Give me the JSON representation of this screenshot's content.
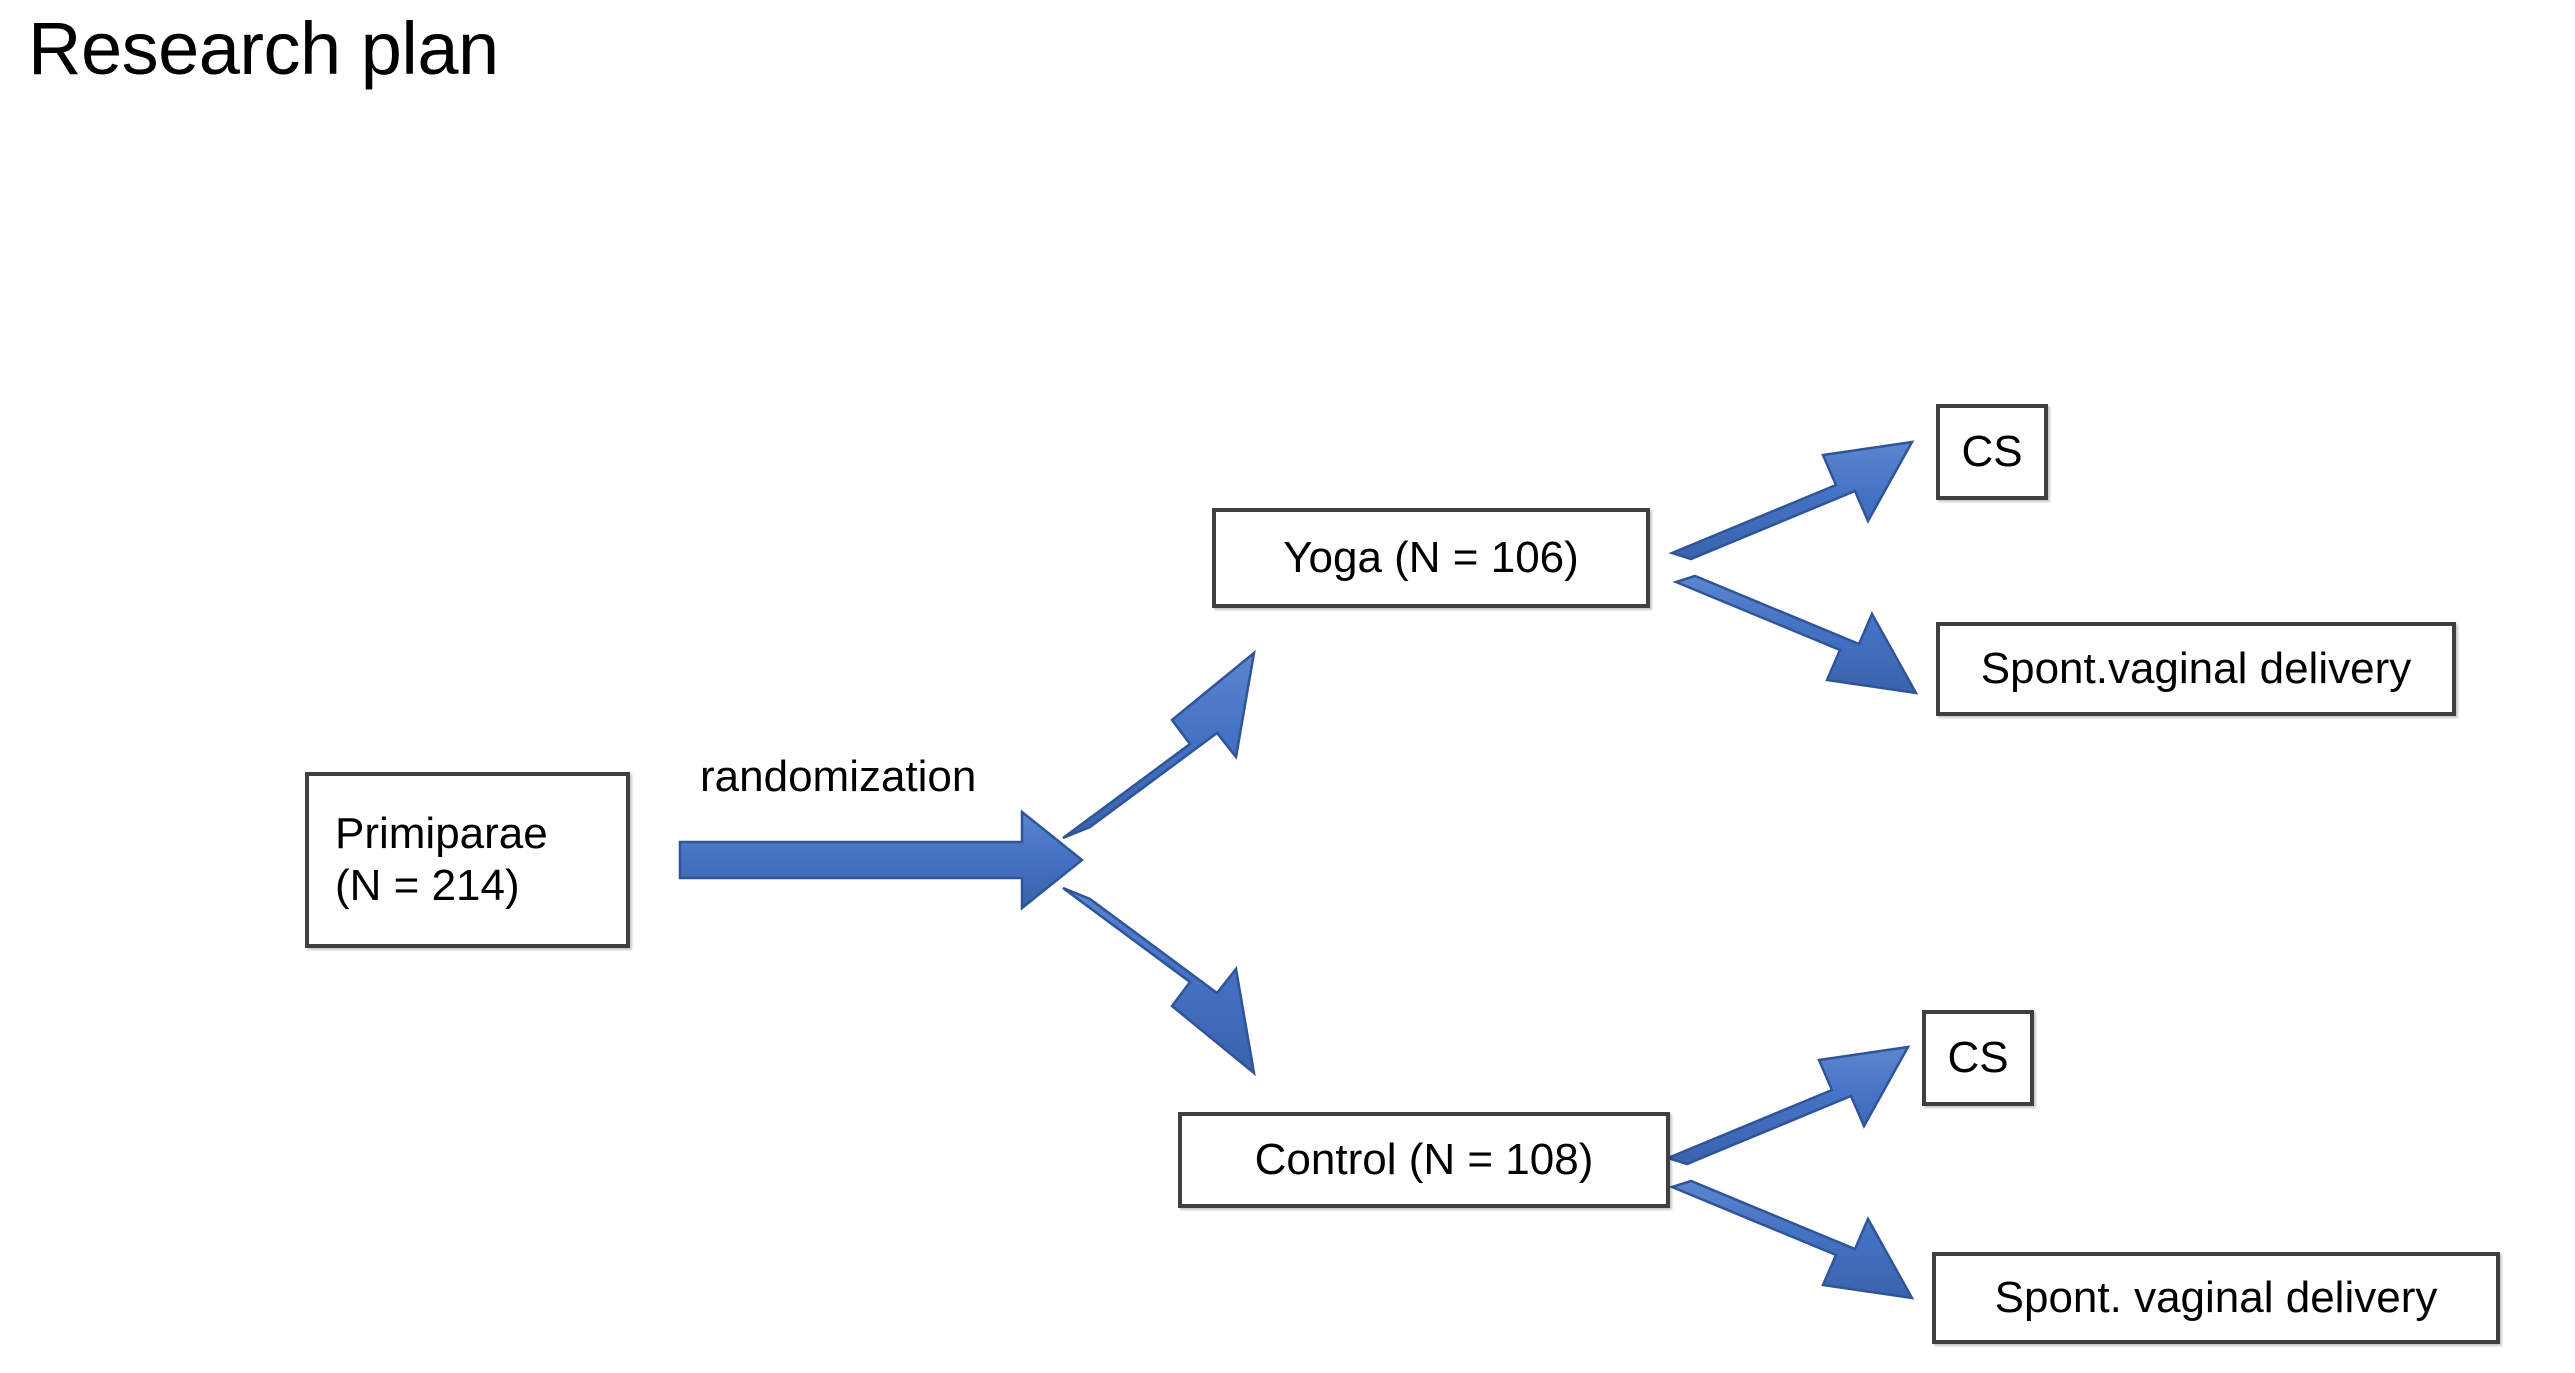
{
  "slide": {
    "title": "Research plan",
    "background_color": "#ffffff"
  },
  "theme": {
    "arrow_color": "#4472c4",
    "arrow_stroke_color": "#2f5597",
    "box_border_color": "#3f3f3f",
    "box_fill_color": "#ffffff",
    "text_color": "#000000"
  },
  "diagram": {
    "type": "flowchart",
    "nodes": [
      {
        "id": "primiparae",
        "label": "Primiparae\n(N = 214)",
        "line1": "Primiparae",
        "line2": "(N = 214)",
        "group": "enrollment"
      },
      {
        "id": "yoga",
        "label": "Yoga (N = 106)",
        "group": "arm"
      },
      {
        "id": "control",
        "label": "Control (N = 108)",
        "group": "arm"
      },
      {
        "id": "yoga-cs",
        "label": "CS",
        "group": "outcome"
      },
      {
        "id": "yoga-svd",
        "label": "Spont.vaginal delivery",
        "group": "outcome"
      },
      {
        "id": "control-cs",
        "label": "CS",
        "group": "outcome"
      },
      {
        "id": "control-svd",
        "label": "Spont. vaginal delivery",
        "group": "outcome"
      }
    ],
    "edges": [
      {
        "id": "e-primiparae-split",
        "from": "primiparae",
        "to": "split",
        "label": "randomization"
      },
      {
        "id": "e-split-yoga",
        "from": "split",
        "to": "yoga",
        "label": ""
      },
      {
        "id": "e-split-control",
        "from": "split",
        "to": "control",
        "label": ""
      },
      {
        "id": "e-yoga-cs",
        "from": "yoga",
        "to": "yoga-cs",
        "label": ""
      },
      {
        "id": "e-yoga-svd",
        "from": "yoga",
        "to": "yoga-svd",
        "label": ""
      },
      {
        "id": "e-control-cs",
        "from": "control",
        "to": "control-cs",
        "label": ""
      },
      {
        "id": "e-control-svd",
        "from": "control",
        "to": "control-svd",
        "label": ""
      }
    ],
    "counts": {
      "total": 214,
      "yoga": 106,
      "control": 108
    }
  }
}
